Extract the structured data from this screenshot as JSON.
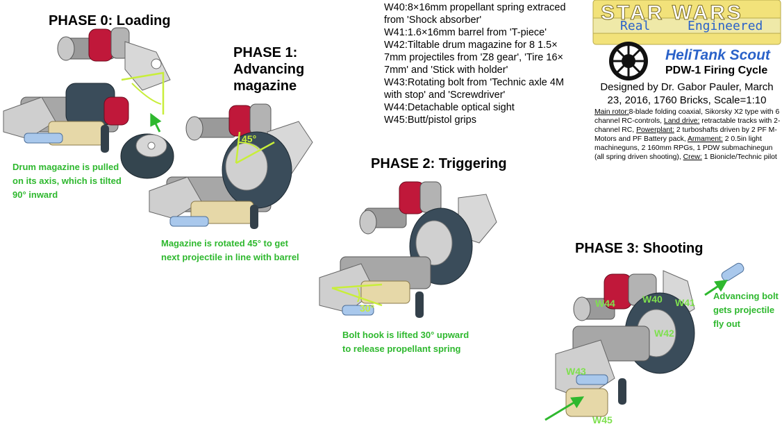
{
  "phases": {
    "p0": "PHASE 0: Loading",
    "p1_l1": "PHASE 1:",
    "p1_l2": "Advancing",
    "p1_l3": "magazine",
    "p2": "PHASE 2: Triggering",
    "p3": "PHASE 3: Shooting"
  },
  "notes": {
    "n0_l1": "Drum magazine is pulled",
    "n0_l2": "on its axis, which is tilted",
    "n0_l3": "90° inward",
    "n1_l1": "Magazine is rotated 45° to get",
    "n1_l2": "next projectile in line with barrel",
    "n2_l1": "Bolt hook is lifted 30° upward",
    "n2_l2": "to release propellant spring",
    "n3_l1": "Advancing bolt",
    "n3_l2": "gets projectile",
    "n3_l3": "fly out"
  },
  "angles": {
    "a45": "45°",
    "a30": "30°"
  },
  "parts": {
    "w40": "W40",
    "w41": "W41",
    "w42": "W42",
    "w43": "W43",
    "w44": "W44",
    "w45": "W45"
  },
  "descriptions": [
    "W40:8×16mm propellant spring extraced",
    "from 'Shock absorber'",
    "W41:1.6×16mm barrel from 'T-piece'",
    "W42:Tiltable drum magazine for 8 1.5×",
    "7mm projectiles from 'Z8 gear', 'Tire 16×",
    "7mm' and 'Stick with holder'",
    "W43:Rotating bolt from 'Technic axle 4M",
    "with stop' and 'Screwdriver'",
    "W44:Detachable optical sight",
    "W45:Butt/pistol grips"
  ],
  "header": {
    "logo_star_wars": "STAR WARS",
    "logo_real": "Real",
    "logo_engineered": "Engineered",
    "heli_title": "HeliTank Scout",
    "pdw_title": "PDW-1 Firing Cycle",
    "designer_l1": "Designed by Dr. Gabor Pauler, March",
    "designer_l2": "23, 2016, 1760 Bricks, Scale=1:10"
  },
  "specs": {
    "main_rotor_label": "Main rotor:",
    "main_rotor_text": "8-blade folding coaxial, Sikorsky X2 type with 6 channel RC-controls,",
    "land_drive_label": "Land drive:",
    "land_drive_text": "retractable tracks with 2-channel RC,",
    "powerplant_label": "Powerplant:",
    "powerplant_text": "2 turboshafts driven by 2 PF M-Motors and PF Battery pack,",
    "armament_label": "Armament:",
    "armament_text": "2 0.5in light machineguns, 2 160mm RPGs, 1 PDW submachinegun (all spring driven shooting),",
    "crew_label": "Crew:",
    "crew_text": "1 Bionicle/Technic pilot"
  },
  "colors": {
    "note_green": "#2eb82e",
    "label_green": "#7fe04f",
    "heli_blue": "#2a62c9",
    "logo_yellow": "#f2e27a",
    "spring_red": "#c0183a",
    "drum_slate": "#3a4c5a",
    "frame_grey": "#bfbfbf",
    "butt_tan": "#e6d8a8",
    "bolt_blue": "#a9c8ec"
  }
}
